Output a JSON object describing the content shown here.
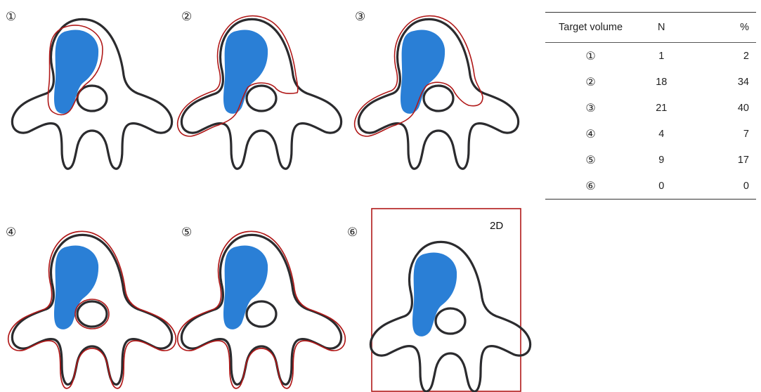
{
  "panels": [
    {
      "number": "①"
    },
    {
      "number": "②"
    },
    {
      "number": "③"
    },
    {
      "number": "④"
    },
    {
      "number": "⑤"
    },
    {
      "number": "⑥",
      "label": "2D"
    }
  ],
  "table": {
    "headers": {
      "target_volume": "Target volume",
      "n": "N",
      "percent": "%"
    },
    "rows": [
      {
        "target_volume": "①",
        "n": "1",
        "percent": "2"
      },
      {
        "target_volume": "②",
        "n": "18",
        "percent": "34"
      },
      {
        "target_volume": "③",
        "n": "21",
        "percent": "40"
      },
      {
        "target_volume": "④",
        "n": "4",
        "percent": "7"
      },
      {
        "target_volume": "⑤",
        "n": "9",
        "percent": "17"
      },
      {
        "target_volume": "⑥",
        "n": "0",
        "percent": "0"
      }
    ]
  },
  "colors": {
    "tumor": "#2a7fd6",
    "target_outline": "#b01818",
    "vertebra_outline": "#2b2b2e"
  }
}
